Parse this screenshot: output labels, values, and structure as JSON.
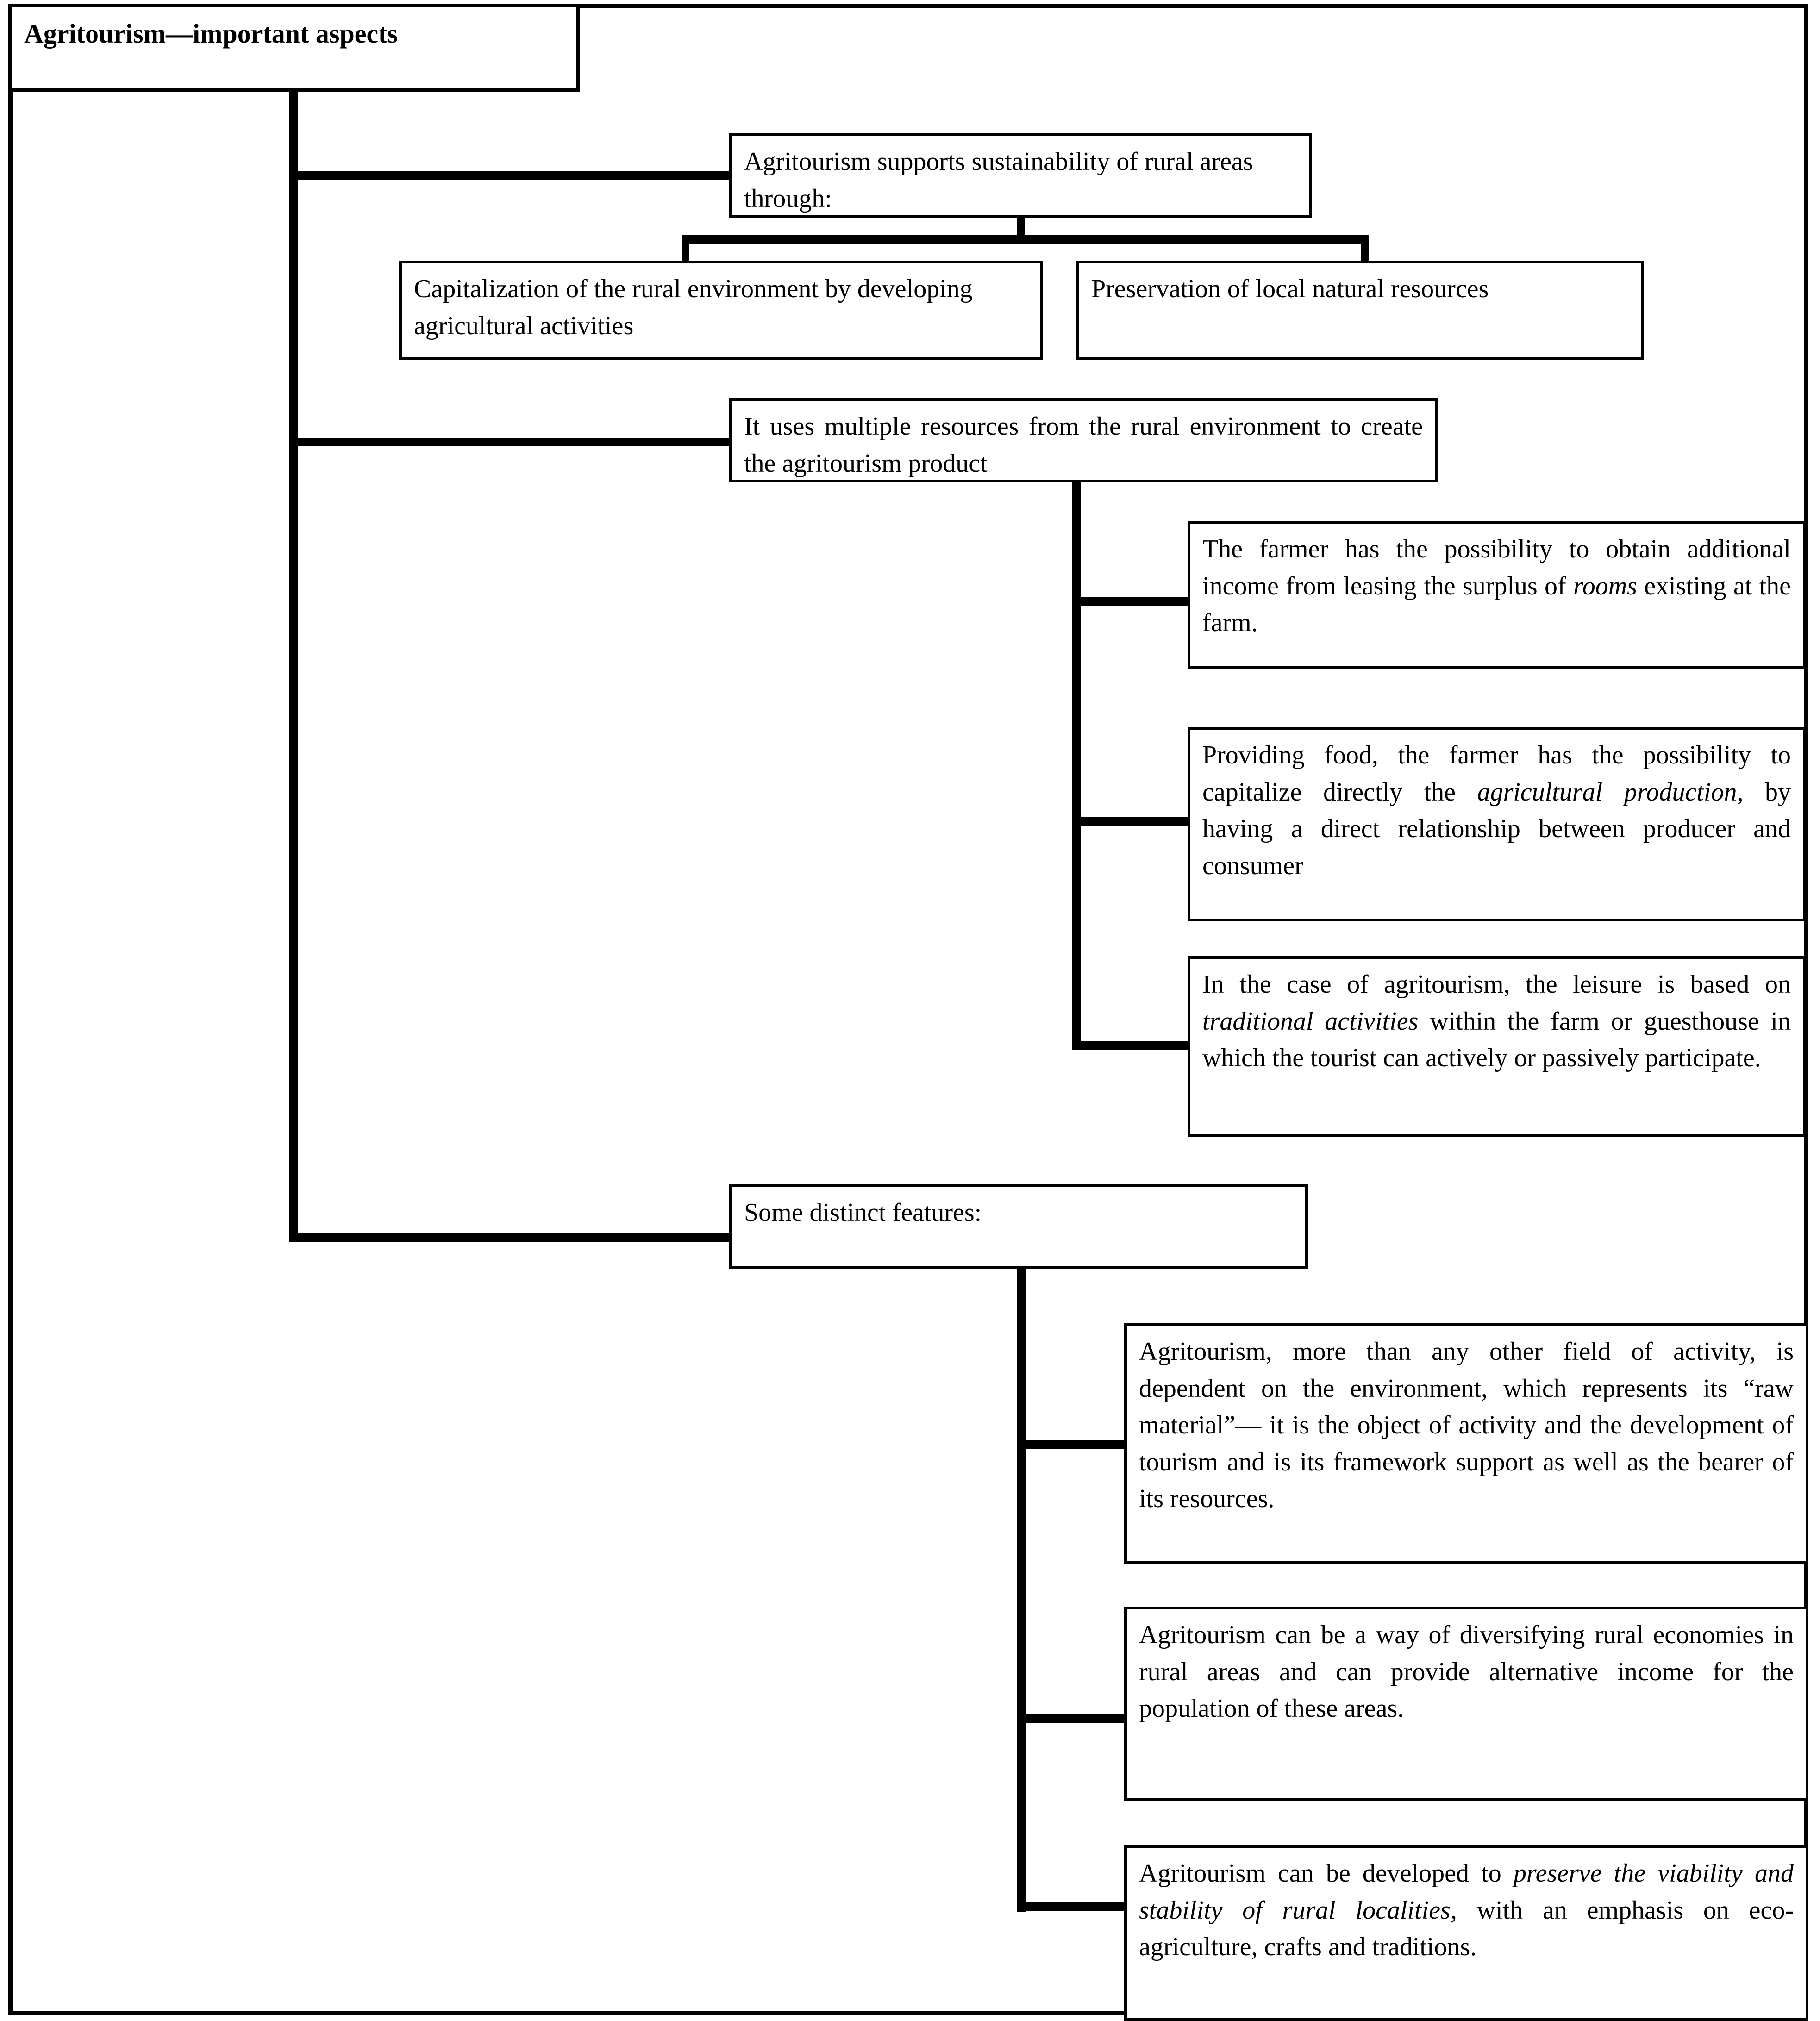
{
  "diagram": {
    "type": "tree",
    "title": "Agritourism—important aspects",
    "root": {
      "label": "Agritourism—important aspects"
    },
    "branches": [
      {
        "label": "Agritourism supports sustainability of rural areas through:",
        "children": [
          {
            "label": "Capitalization of the rural environment by developing agricultural activities"
          },
          {
            "label": "Preservation of local natural resources"
          }
        ]
      },
      {
        "label": "It uses multiple resources from the rural environment to create the agritourism product",
        "children": [
          {
            "parts": [
              {
                "text": "The farmer has the possibility to obtain additional income from leasing the surplus of ",
                "style": "normal"
              },
              {
                "text": "rooms",
                "style": "italic"
              },
              {
                "text": " existing at the farm.",
                "style": "normal"
              }
            ]
          },
          {
            "parts": [
              {
                "text": "Providing food, the farmer has the possibility to capitalize directly the ",
                "style": "normal"
              },
              {
                "text": "agricultural production",
                "style": "italic"
              },
              {
                "text": ", by having a direct relationship between producer and consumer",
                "style": "normal"
              }
            ]
          },
          {
            "parts": [
              {
                "text": "In the case of agritourism, the leisure is based on ",
                "style": "normal"
              },
              {
                "text": "traditional activities",
                "style": "italic"
              },
              {
                "text": " within the farm or guesthouse in which the tourist can actively or passively participate.",
                "style": "normal"
              }
            ]
          }
        ]
      },
      {
        "label": "Some distinct features:",
        "children": [
          {
            "parts": [
              {
                "text": "Agritourism, more than any other field of activity, is dependent on the environment, which represents its “raw material”— it is the object of activity and the development of tourism and is its framework support as well as the bearer of its resources.",
                "style": "normal"
              }
            ]
          },
          {
            "parts": [
              {
                "text": "Agritourism can be a way of diversifying rural economies in rural areas and can provide alternative income for the population of these areas.",
                "style": "normal"
              }
            ]
          },
          {
            "parts": [
              {
                "text": "Agritourism can be developed to ",
                "style": "normal"
              },
              {
                "text": "preserve the viability and stability of rural localities",
                "style": "italic"
              },
              {
                "text": ", with an emphasis on eco-agriculture, crafts and traditions.",
                "style": "normal"
              }
            ]
          }
        ]
      }
    ],
    "colors": {
      "line": "#000000",
      "background": "#ffffff",
      "text": "#000000"
    }
  }
}
